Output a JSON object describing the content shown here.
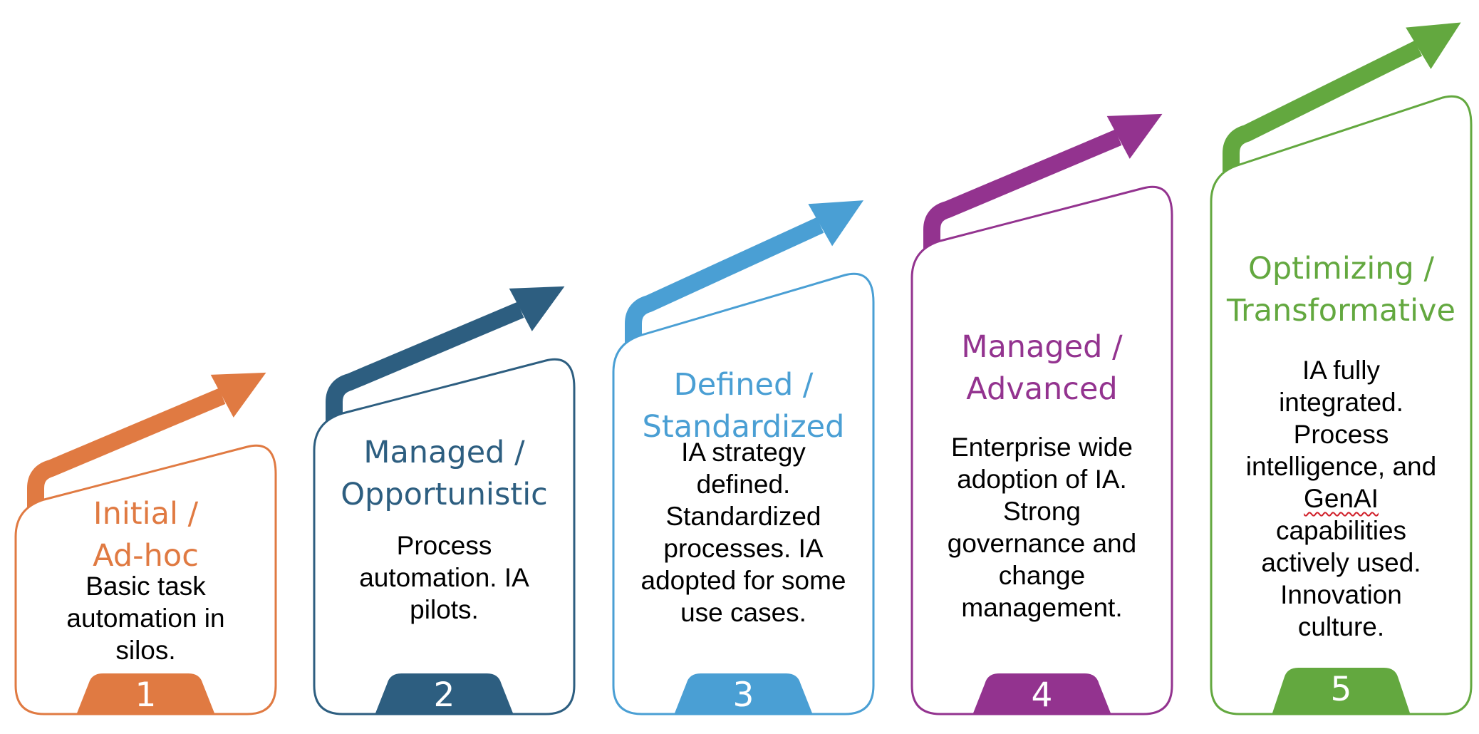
{
  "stages": [
    {
      "number": "1",
      "title_lines": [
        "Initial /",
        "Ad-hoc"
      ],
      "desc_lines": [
        "Basic task",
        "automation in",
        "silos."
      ],
      "color": "#E07A42"
    },
    {
      "number": "2",
      "title_lines": [
        "Managed /",
        "Opportunistic"
      ],
      "desc_lines": [
        "Process",
        "automation. IA",
        "pilots."
      ],
      "color": "#2D5E80"
    },
    {
      "number": "3",
      "title_lines": [
        "Defined /",
        "Standardized"
      ],
      "desc_lines": [
        "IA strategy",
        "defined.",
        "Standardized",
        "processes. IA",
        "adopted for some",
        "use cases."
      ],
      "color": "#4A9FD4"
    },
    {
      "number": "4",
      "title_lines": [
        "Managed /",
        "Advanced"
      ],
      "desc_lines": [
        "Enterprise wide",
        "adoption of IA.",
        "Strong",
        "governance and",
        "change",
        "management."
      ],
      "color": "#93338F"
    },
    {
      "number": "5",
      "title_lines": [
        "Optimizing /",
        "Transformative"
      ],
      "desc_lines": [
        "IA fully",
        "integrated.",
        "Process",
        "intelligence, and",
        "GenAI",
        "capabilities",
        "actively used.",
        "Innovation",
        "culture."
      ],
      "color": "#63A83F"
    }
  ]
}
